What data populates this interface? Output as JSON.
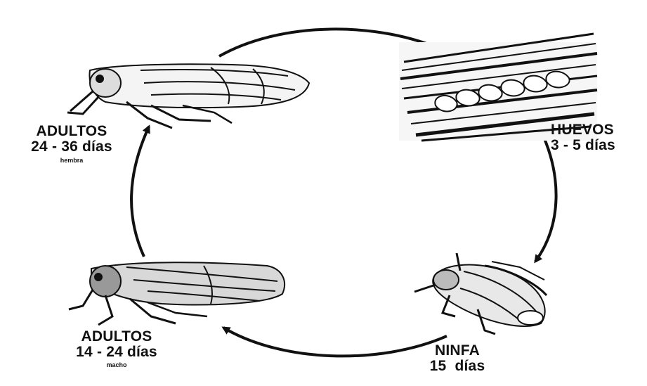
{
  "stages": {
    "adult_female": {
      "name": "ADULTOS",
      "duration": "24 - 36 días",
      "sex": "hembra"
    },
    "eggs": {
      "name": "HUEVOS",
      "duration": "3 - 5 días"
    },
    "nymph": {
      "name": "NINFA",
      "duration": "15  días"
    },
    "adult_male": {
      "name": "ADULTOS",
      "duration": "14 - 24 días",
      "sex": "macho"
    }
  },
  "colors": {
    "ink": "#111111",
    "paper": "#ffffff"
  },
  "icons": [
    "leafhopper-female-icon",
    "egg-cluster-icon",
    "nymph-icon",
    "leafhopper-male-icon"
  ]
}
